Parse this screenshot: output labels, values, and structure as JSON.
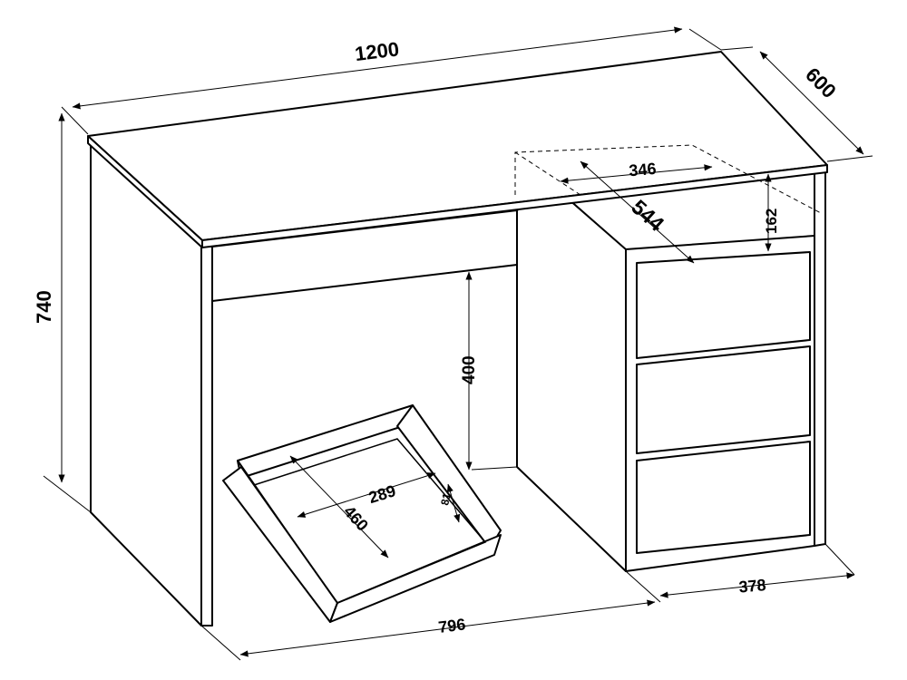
{
  "subject": "desk with three-drawer pedestal and pull-out drawer",
  "colors": {
    "line": "#000000",
    "background": "#ffffff"
  },
  "dimensions": {
    "width": "1200",
    "depth": "600",
    "height": "740",
    "knee_height": "400",
    "drawer_inner_width": "346",
    "drawer_depth": "544",
    "top_opening_height": "162",
    "small_drawer_width": "289",
    "small_drawer_depth": "460",
    "small_drawer_height": "81",
    "knee_width": "796",
    "pedestal_width": "378"
  }
}
